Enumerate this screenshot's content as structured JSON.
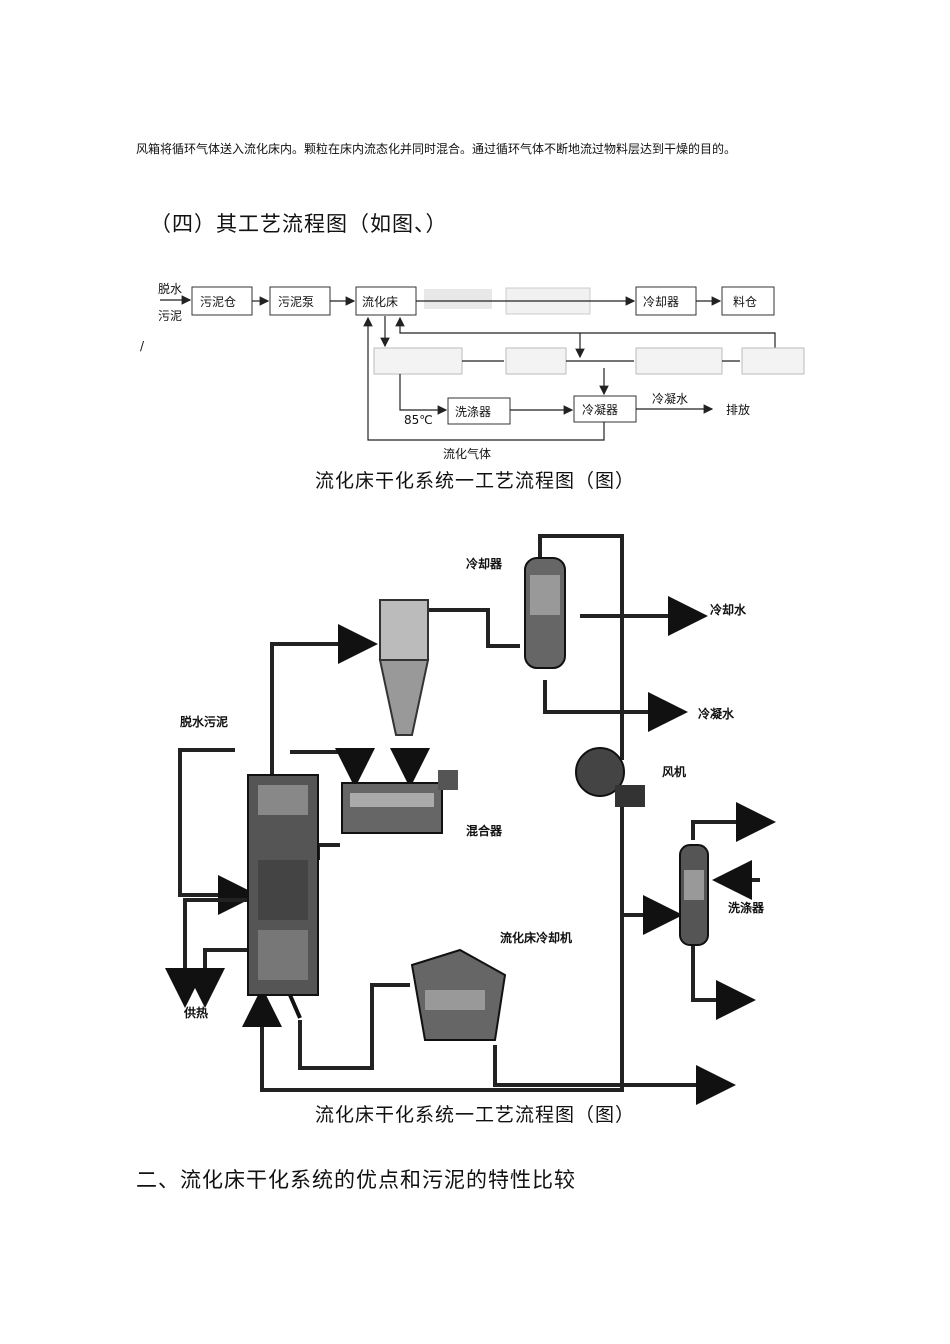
{
  "intro_text": "风箱将循环气体送入流化床内。颗粒在床内流态化并同时混合。通过循环气体不断地流过物料层达到干燥的目的。",
  "section_heading": "（四）其工艺流程图（如图、）",
  "flowchart": {
    "input_label_line1": "脱水",
    "input_label_line2": "污泥",
    "box_sludge_bin": "污泥仓",
    "box_sludge_pump": "污泥泵",
    "box_fluid_bed": "流化床",
    "box_cooler": "冷却器",
    "box_silo": "料仓",
    "box_scrubber": "洗涤器",
    "box_condenser": "冷凝器",
    "temp_label": "85℃",
    "condensate_label": "冷凝水",
    "discharge_label": "排放",
    "fluid_gas_label": "流化气体",
    "side_mark": "/"
  },
  "caption_1": "流化床干化系统一工艺流程图（图）",
  "schematic": {
    "label_cooler": "冷却器",
    "label_cooling_water": "冷却水",
    "label_condensate": "冷凝水",
    "label_fan": "风机",
    "label_dewatered_sludge": "脱水污泥",
    "label_mixer": "混合器",
    "label_scrubber": "洗涤器",
    "label_bed_cooler": "流化床冷却机",
    "label_heat_supply": "供热"
  },
  "caption_2": "流化床干化系统一工艺流程图（图）",
  "heading_2": "二、流化床干化系统的优点和污泥的特性比较"
}
